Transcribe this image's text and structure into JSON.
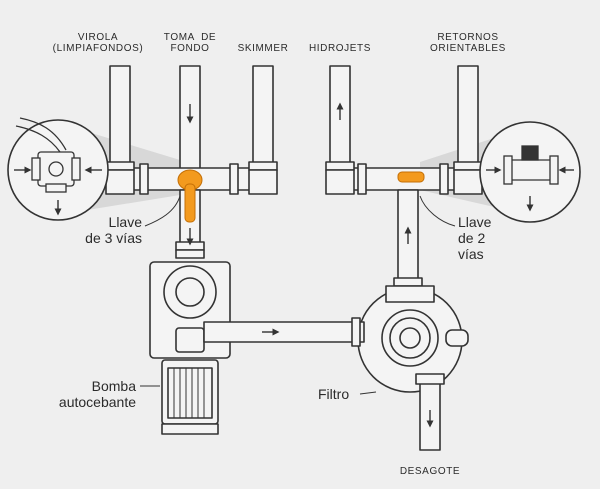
{
  "labels": {
    "virola": "VIROLA\n(LIMPIAFONDOS)",
    "toma_fondo": "TOMA  DE\nFONDO",
    "skimmer": "SKIMMER",
    "hidrojets": "HIDROJETS",
    "retornos": "RETORNOS\nORIENTABLES",
    "llave3": "Llave\nde 3 vías",
    "llave2": "Llave\nde 2\nvías",
    "bomba": "Bomba\nautocebante",
    "filtro": "Filtro",
    "desagote": "DESAGOTE"
  },
  "colors": {
    "background": "#efefef",
    "pipe_fill": "#f4f4f4",
    "outline": "#333333",
    "valve_handle": "#f39a1e",
    "shadow_cone": "#d6d6d6"
  },
  "icons": [
    "arrow-icon",
    "three-way-valve-icon",
    "two-way-valve-icon",
    "pump-icon",
    "filter-icon"
  ]
}
